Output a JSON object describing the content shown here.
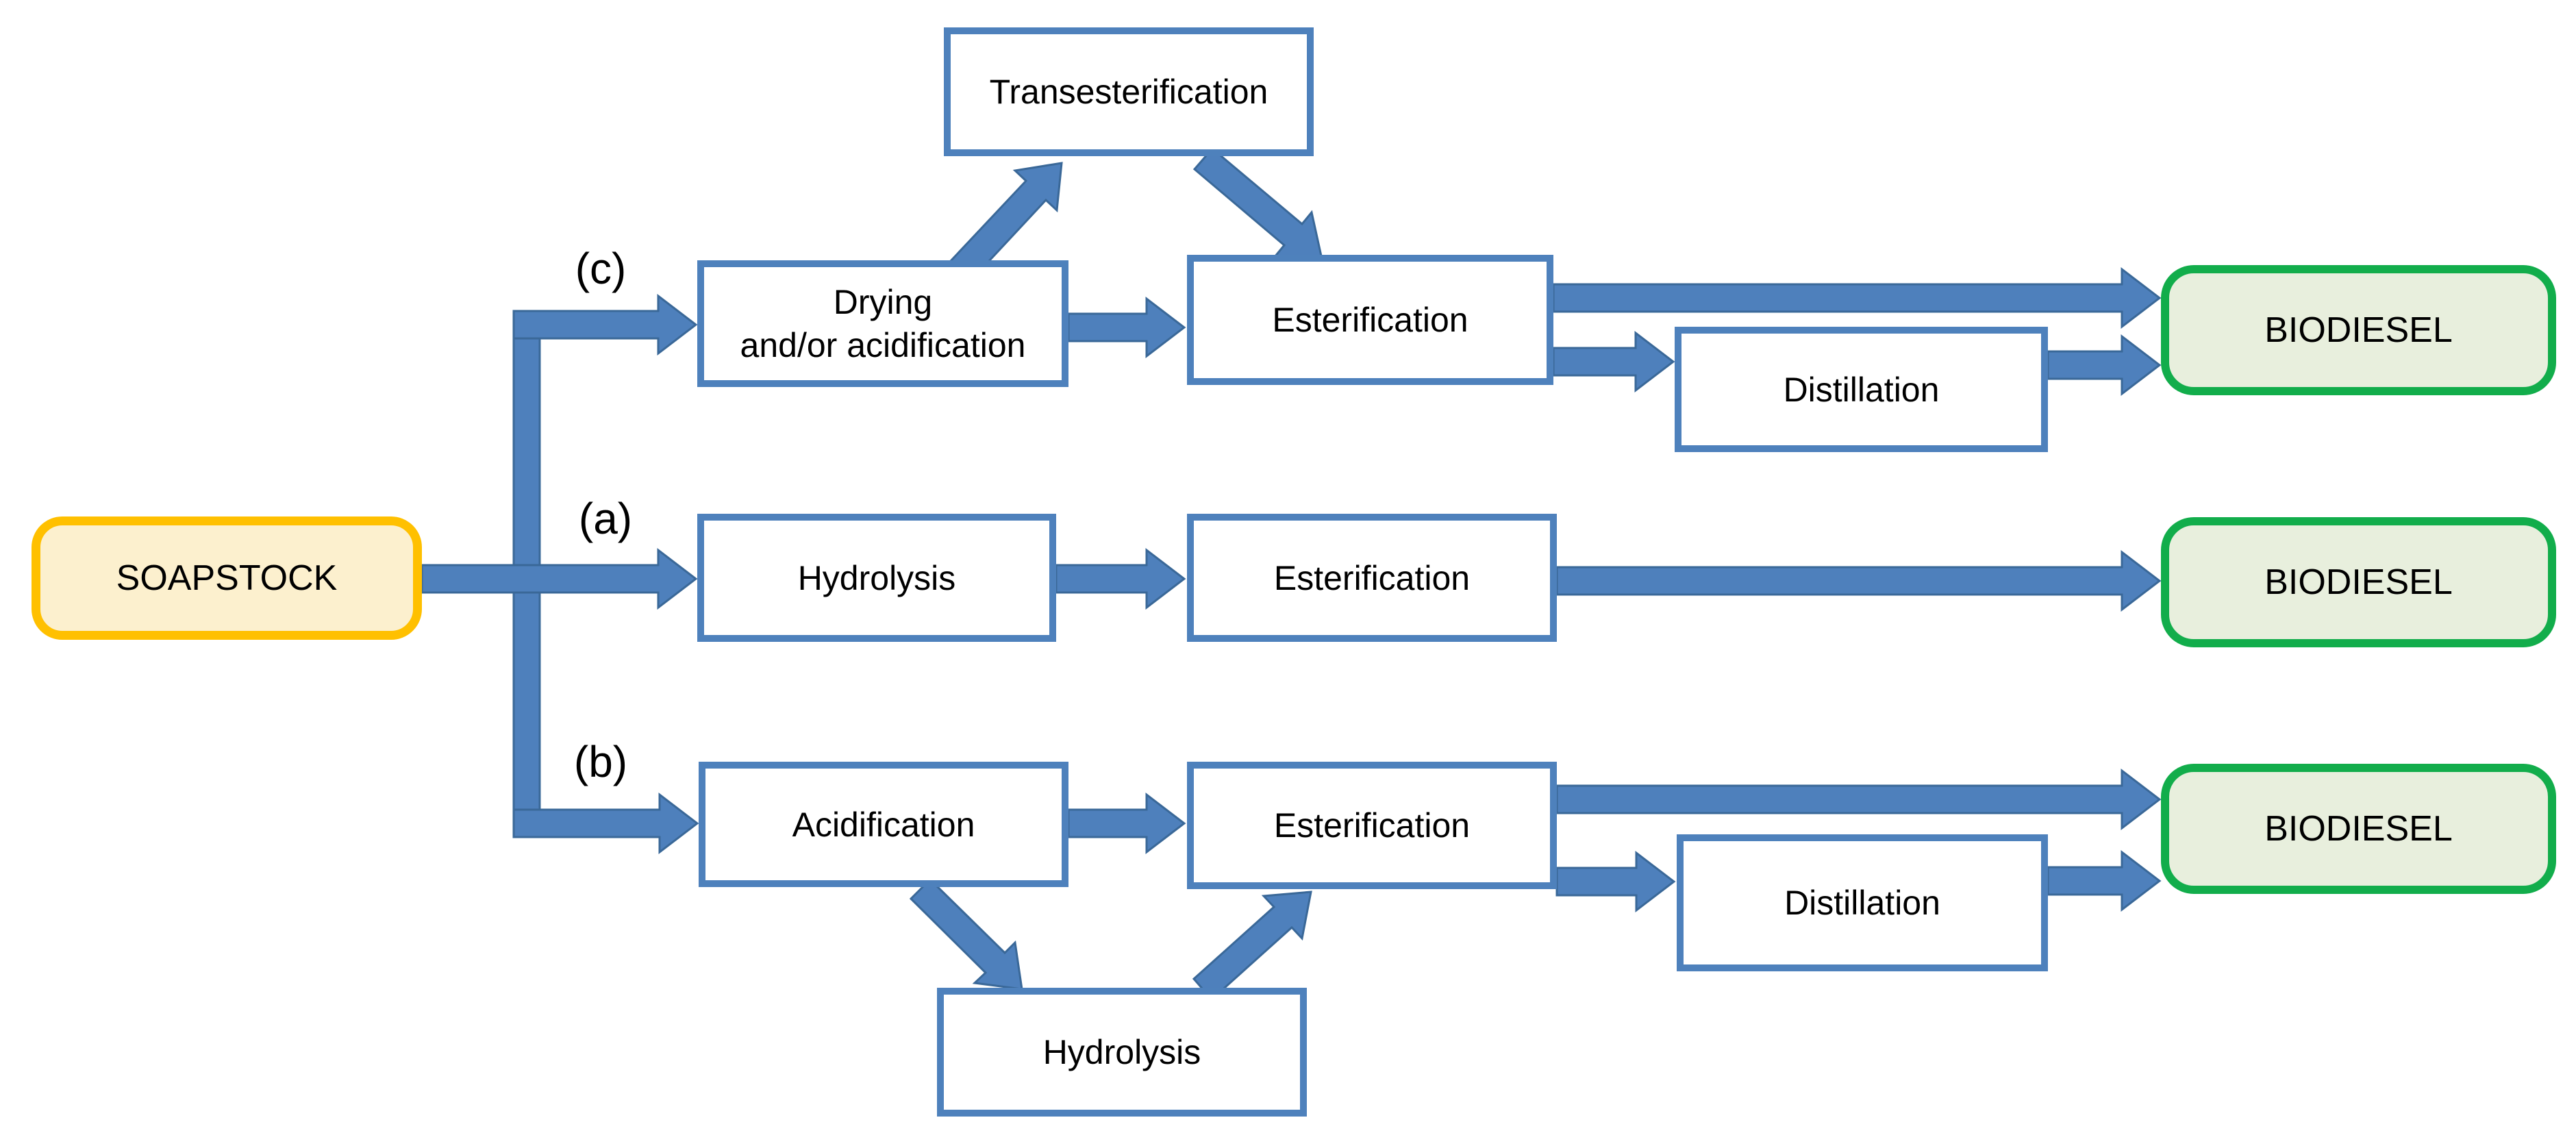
{
  "colors": {
    "arrow_fill": "#4e80bc",
    "arrow_stroke": "#3a6898",
    "process_border": "#4e81bc",
    "process_fill": "#ffffff",
    "source_border": "#ffc000",
    "source_fill": "#fcf0ce",
    "terminal_border": "#12ad4b",
    "terminal_fill": "#e8efdd",
    "text": "#000000"
  },
  "source": {
    "label": "SOAPSTOCK"
  },
  "branch_labels": {
    "a": "(a)",
    "b": "(b)",
    "c": "(c)"
  },
  "nodes": {
    "transesterification": {
      "label": "Transesterification"
    },
    "drying": {
      "line1": "Drying",
      "line2": "and/or acidification"
    },
    "esterification_c": {
      "label": "Esterification"
    },
    "distillation_c": {
      "label": "Distillation"
    },
    "hydrolysis_a": {
      "label": "Hydrolysis"
    },
    "esterification_a": {
      "label": "Esterification"
    },
    "acidification": {
      "label": "Acidification"
    },
    "esterification_b": {
      "label": "Esterification"
    },
    "hydrolysis_b": {
      "label": "Hydrolysis"
    },
    "distillation_b": {
      "label": "Distillation"
    }
  },
  "products": {
    "c": {
      "label": "BIODIESEL"
    },
    "a": {
      "label": "BIODIESEL"
    },
    "b": {
      "label": "BIODIESEL"
    }
  },
  "edges": [
    {
      "from": "soapstock",
      "to": "drying",
      "route": "c"
    },
    {
      "from": "soapstock",
      "to": "hydrolysis_a",
      "route": "a"
    },
    {
      "from": "soapstock",
      "to": "acidification",
      "route": "b"
    },
    {
      "from": "drying",
      "to": "transesterification",
      "route": "c"
    },
    {
      "from": "drying",
      "to": "esterification_c",
      "route": "c"
    },
    {
      "from": "transesterification",
      "to": "esterification_c",
      "route": "c"
    },
    {
      "from": "esterification_c",
      "to": "biodiesel_c",
      "route": "c"
    },
    {
      "from": "esterification_c",
      "to": "distillation_c",
      "route": "c"
    },
    {
      "from": "distillation_c",
      "to": "biodiesel_c",
      "route": "c"
    },
    {
      "from": "hydrolysis_a",
      "to": "esterification_a",
      "route": "a"
    },
    {
      "from": "esterification_a",
      "to": "biodiesel_a",
      "route": "a"
    },
    {
      "from": "acidification",
      "to": "esterification_b",
      "route": "b"
    },
    {
      "from": "acidification",
      "to": "hydrolysis_b",
      "route": "b"
    },
    {
      "from": "hydrolysis_b",
      "to": "esterification_b",
      "route": "b"
    },
    {
      "from": "esterification_b",
      "to": "biodiesel_b",
      "route": "b"
    },
    {
      "from": "esterification_b",
      "to": "distillation_b",
      "route": "b"
    },
    {
      "from": "distillation_b",
      "to": "biodiesel_b",
      "route": "b"
    }
  ]
}
